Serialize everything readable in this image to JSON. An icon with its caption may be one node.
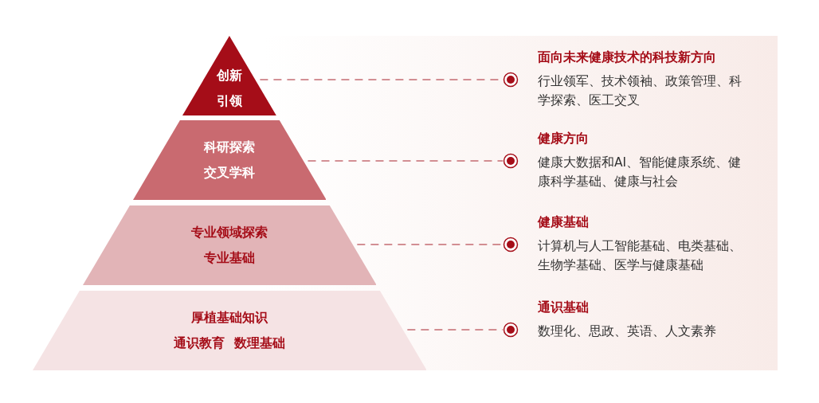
{
  "diagram": {
    "nodes": [
      {
        "text": [
          "创新",
          "引领"
        ]
      },
      {
        "text": [
          "科研探索",
          "交叉学科"
        ]
      },
      {
        "text": [
          "专业领域探索",
          "专业基础"
        ]
      },
      {
        "text": [
          "厚植基础知识",
          "通识教育  数理基础"
        ]
      },
      {
        "text": [],
        "shape": "circle",
        "beside": [
          "面向未来健康技术的科技新方向",
          "行业领军、技术领袖、政策管理、科学探索、医工交叉"
        ]
      },
      {
        "text": [],
        "shape": "circle",
        "beside": [
          "健康方向",
          "健康大数据和AI、智能健康系统、健康科学基础、健康与社会"
        ]
      },
      {
        "text": [],
        "shape": "circle",
        "beside": [
          "健康基础",
          "计算机与人工智能基础、电类基础、生物学基础、医学与健康基础"
        ]
      },
      {
        "text": [],
        "shape": "circle",
        "beside": [
          "通识基础",
          "数理化、思政、英语、人文素养"
        ]
      }
    ],
    "edges": [
      {
        "from": 0,
        "to": 4,
        "arrow": "none",
        "style": "dashed"
      },
      {
        "from": 1,
        "to": 5,
        "arrow": "none",
        "style": "dashed"
      },
      {
        "from": 2,
        "to": 6,
        "arrow": "none",
        "style": "dashed"
      },
      {
        "from": 3,
        "to": 7,
        "arrow": "none",
        "style": "dashed"
      }
    ]
  }
}
